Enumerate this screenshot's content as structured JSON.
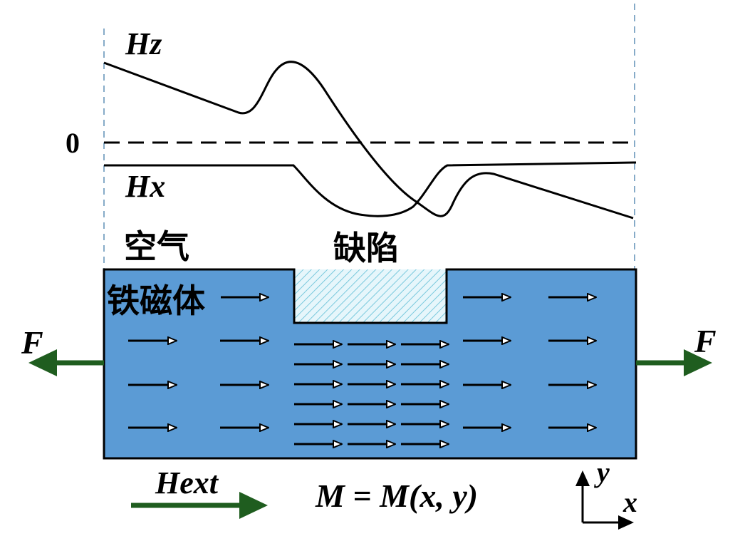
{
  "labels": {
    "hz": "Hz",
    "hx": "Hx",
    "zero": "0",
    "air": "空气",
    "defect": "缺陷",
    "ferromagnet": "铁磁体",
    "force_left": "F",
    "force_right": "F",
    "hext": "Hext",
    "magnetization": "M = M(x, y)",
    "axis_y": "y",
    "axis_x": "x"
  },
  "colors": {
    "body_fill": "#5b9bd5",
    "outline": "#000000",
    "dashed_guide": "#5f8fb5",
    "arrow_green": "#1f5d1f",
    "defect_fill": "#e6f6fb",
    "defect_hatch": "#7ac9dd"
  },
  "icons": [
    "left-force-arrow",
    "right-force-arrow",
    "hext-arrow",
    "coordinate-axes"
  ]
}
